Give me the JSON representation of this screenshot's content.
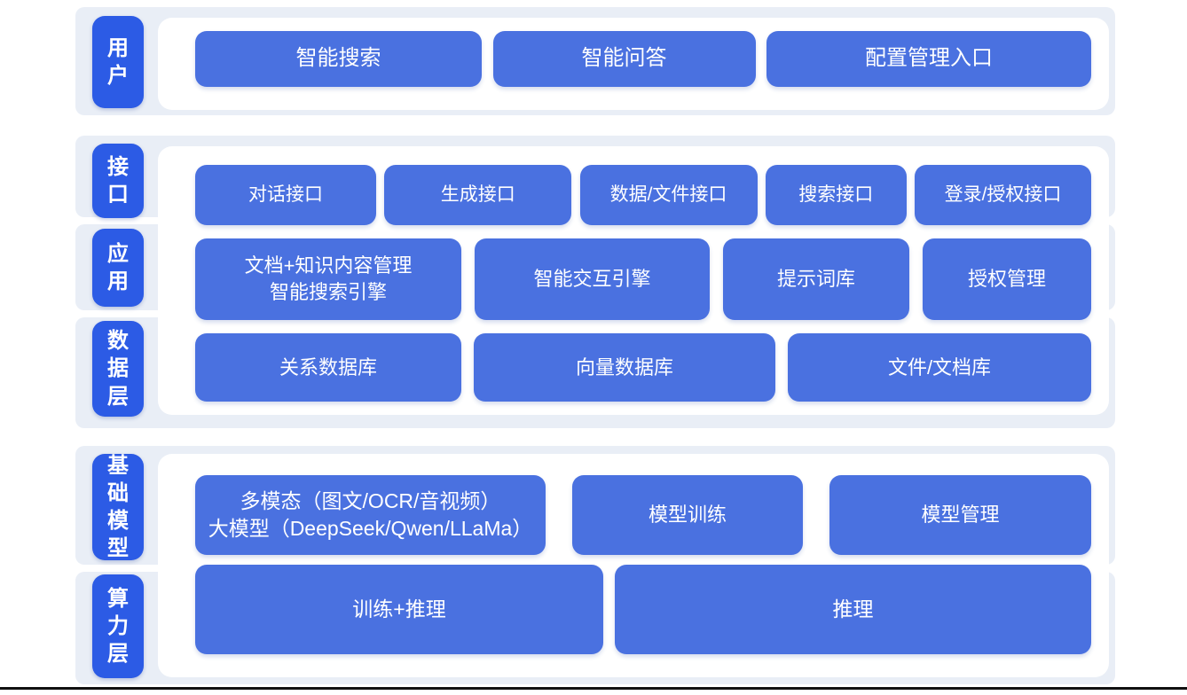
{
  "colors": {
    "chip_blue": "#2C5BE5",
    "box_blue": "#4A71E0",
    "band_background": "#E9EEF6",
    "panel_background": "#FFFFFF",
    "text": "#FFFFFF",
    "bottom_line": "#101010"
  },
  "groups": [
    {
      "layers": [
        "用户"
      ],
      "rows": [
        [
          "智能搜索",
          "智能问答",
          "配置管理入口"
        ]
      ]
    },
    {
      "layers": [
        "接口",
        "应用",
        "数据层"
      ],
      "rows": [
        [
          "对话接口",
          "生成接口",
          "数据/文件接口",
          "搜索接口",
          "登录/授权接口"
        ],
        [
          "文档+知识内容管理\n智能搜索引擎",
          "智能交互引擎",
          "提示词库",
          "授权管理"
        ],
        [
          "关系数据库",
          "向量数据库",
          "文件/文档库"
        ]
      ]
    },
    {
      "layers": [
        "基础模型",
        "算力层"
      ],
      "rows": [
        [
          "多模态（图文/OCR/音视频）\n大模型（DeepSeek/Qwen/LLaMa）",
          "模型训练",
          "模型管理"
        ],
        [
          "训练+推理",
          "推理"
        ]
      ]
    }
  ]
}
